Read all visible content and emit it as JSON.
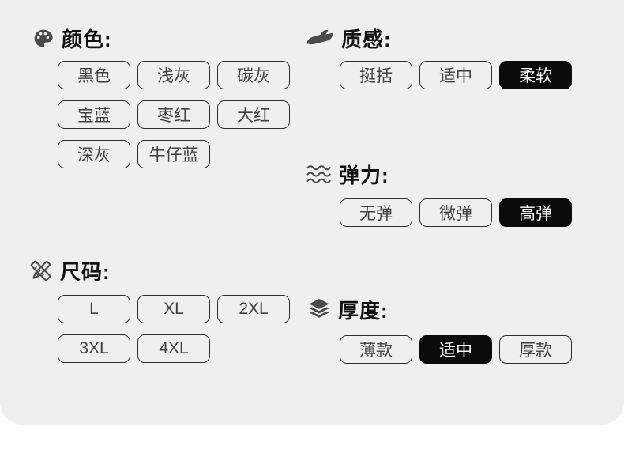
{
  "palette": {
    "panel_bg": "#efefef",
    "page_bg": "#ffffff",
    "button_border": "#2d2d2d",
    "button_text": "#3f3f3f",
    "selected_bg": "#0b0b0b",
    "selected_text": "#ffffff",
    "title_text": "#111111",
    "icon_color": "#4a4a4a"
  },
  "sections": [
    {
      "id": "color",
      "title": "颜色:",
      "icon": "palette-icon",
      "options": [
        {
          "label": "黑色",
          "selected": false
        },
        {
          "label": "浅灰",
          "selected": false
        },
        {
          "label": "碳灰",
          "selected": false
        },
        {
          "label": "宝蓝",
          "selected": false
        },
        {
          "label": "枣红",
          "selected": false
        },
        {
          "label": "大红",
          "selected": false
        },
        {
          "label": "深灰",
          "selected": false
        },
        {
          "label": "牛仔蓝",
          "selected": false
        }
      ]
    },
    {
      "id": "texture",
      "title": "质感:",
      "icon": "hand-icon",
      "options": [
        {
          "label": "挺括",
          "selected": false
        },
        {
          "label": "适中",
          "selected": false
        },
        {
          "label": "柔软",
          "selected": true
        }
      ]
    },
    {
      "id": "elasticity",
      "title": "弹力:",
      "icon": "waves-icon",
      "options": [
        {
          "label": "无弹",
          "selected": false
        },
        {
          "label": "微弹",
          "selected": false
        },
        {
          "label": "高弹",
          "selected": true
        }
      ]
    },
    {
      "id": "size",
      "title": "尺码:",
      "icon": "pencil-ruler-icon",
      "options": [
        {
          "label": "L",
          "selected": false
        },
        {
          "label": "XL",
          "selected": false
        },
        {
          "label": "2XL",
          "selected": false
        },
        {
          "label": "3XL",
          "selected": false
        },
        {
          "label": "4XL",
          "selected": false
        }
      ]
    },
    {
      "id": "thickness",
      "title": "厚度:",
      "icon": "layers-icon",
      "options": [
        {
          "label": "薄款",
          "selected": false
        },
        {
          "label": "适中",
          "selected": true
        },
        {
          "label": "厚款",
          "selected": false
        }
      ]
    }
  ]
}
